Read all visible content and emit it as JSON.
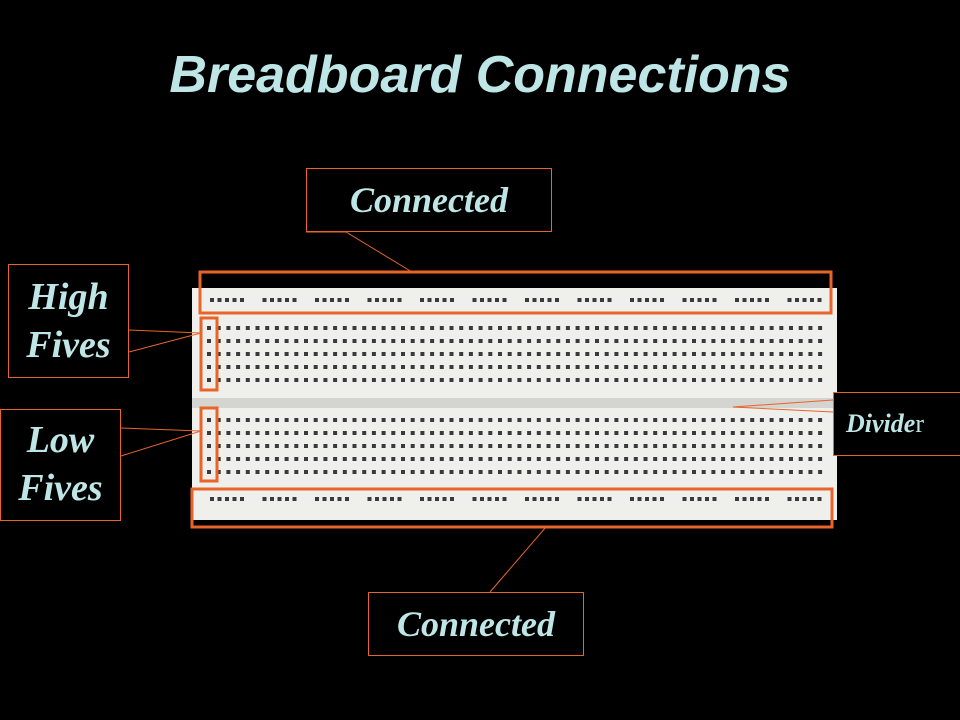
{
  "title": "Breadboard Connections",
  "labels": {
    "connected_top": "Connected",
    "connected_bottom": "Connected",
    "high_fives_line1": "High",
    "high_fives_line2": "Fives",
    "low_fives_line1": "Low",
    "low_fives_line2": "Fives",
    "divider_main": "Divide",
    "divider_last": "r"
  },
  "colors": {
    "background": "#000000",
    "title": "#bfe6e6",
    "highlight": "#e8642a",
    "board": "#efefec",
    "hole": "#3a3a3a"
  }
}
